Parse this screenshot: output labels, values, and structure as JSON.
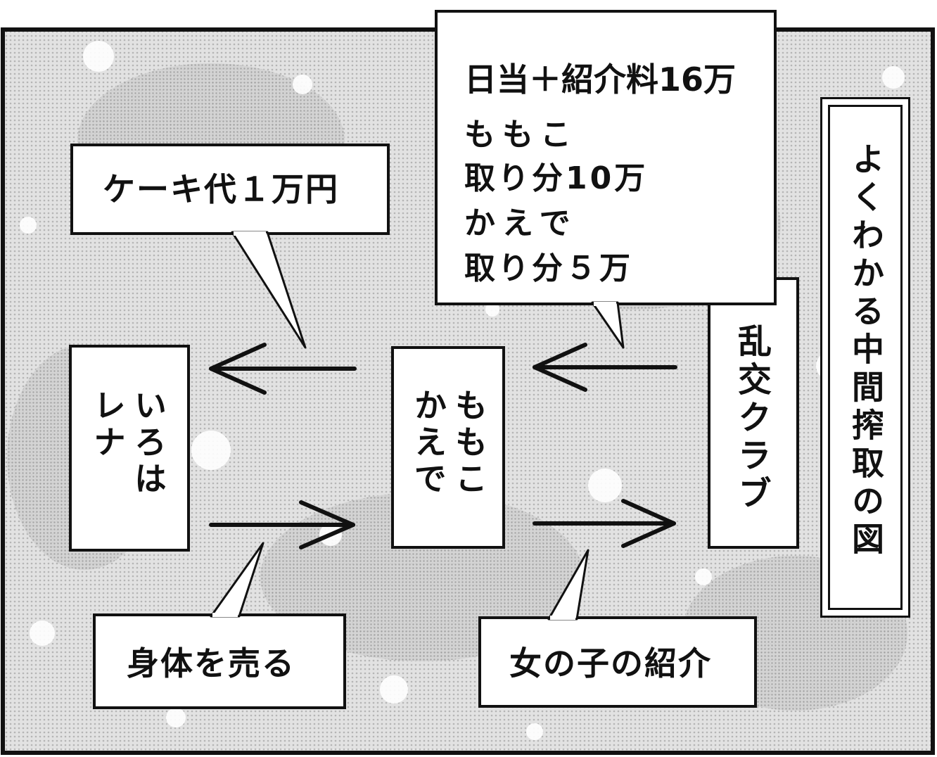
{
  "panel_title": "よくわかる中間搾取の図",
  "nodes": {
    "left": {
      "col1": "いろは",
      "col2": "レナ"
    },
    "middle": {
      "col1": "ももこ",
      "col2": "かえで"
    },
    "right": "乱交クラブ"
  },
  "callouts": {
    "cake_fee": "ケーキ代１万円",
    "daily_wage": {
      "line1": "日当＋紹介料16万",
      "line2": "ももこ",
      "line3": "取り分10万",
      "line4": "かえで",
      "line5": "取り分５万"
    },
    "sell_body": "身体を売る",
    "introduce_girls": "女の子の紹介"
  }
}
